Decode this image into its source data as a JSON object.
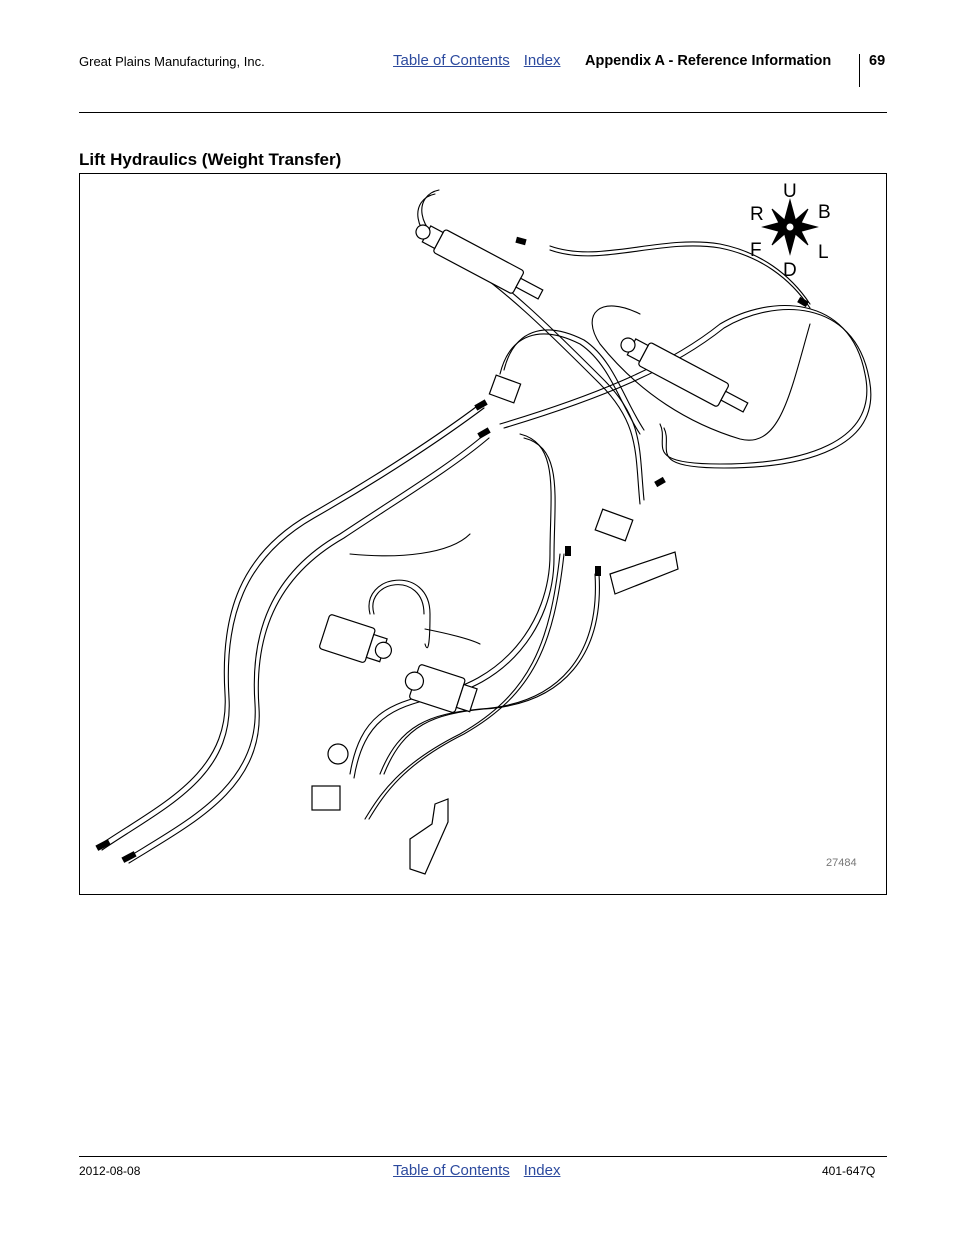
{
  "header": {
    "company": "Great Plains Manufacturing, Inc.",
    "toc_link": "Table of Contents",
    "index_link": "Index",
    "section": "Appendix A - Reference Information",
    "page_number": "69"
  },
  "section_title": "Lift Hydraulics (Weight Transfer)",
  "figure": {
    "number": "27484",
    "compass": {
      "up": "U",
      "down": "D",
      "rear": "R",
      "back": "B",
      "front": "F",
      "left": "L"
    }
  },
  "footer": {
    "date": "2012-08-08",
    "toc_link": "Table of Contents",
    "index_link": "Index",
    "doc_number": "401-647Q"
  }
}
